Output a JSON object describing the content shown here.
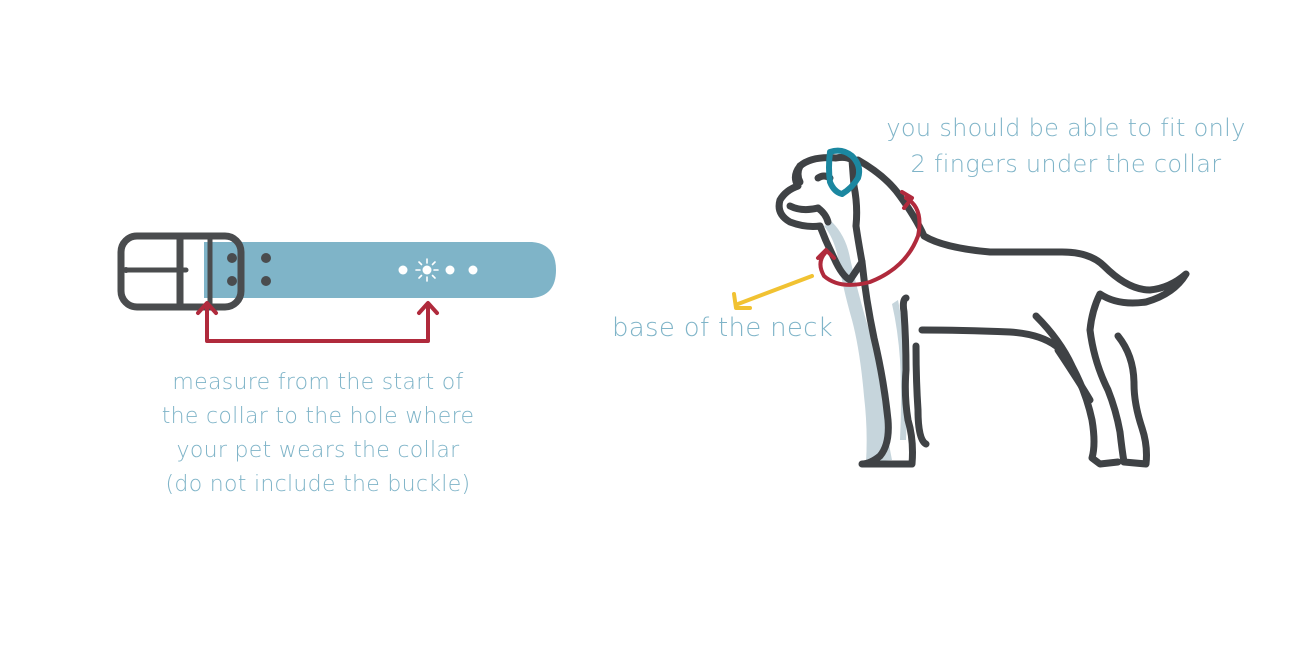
{
  "measure_caption": {
    "lines": [
      "measure from the start of",
      "the collar to the hole where",
      "your pet wears the collar",
      "(do not include the buckle)"
    ]
  },
  "fit_caption": {
    "lines": [
      "you should be able to fit only",
      "2 fingers under the collar"
    ]
  },
  "neck_caption": "base of the neck",
  "colors": {
    "caption": "#7fb4c8",
    "collar_strap": "#7fb4c8",
    "buckle": "#4a4c4e",
    "arrow_red": "#b02a3c",
    "arrow_yellow": "#f1c232",
    "dog_outline": "#3f4245",
    "dog_shade": "#c6d5dc",
    "ear": "#1b87a0"
  },
  "icons": [
    "collar-illustration",
    "buckle-icon",
    "measure-arrow",
    "dog-illustration",
    "ear-icon",
    "collar-loop-arrow",
    "neck-pointer-arrow"
  ]
}
